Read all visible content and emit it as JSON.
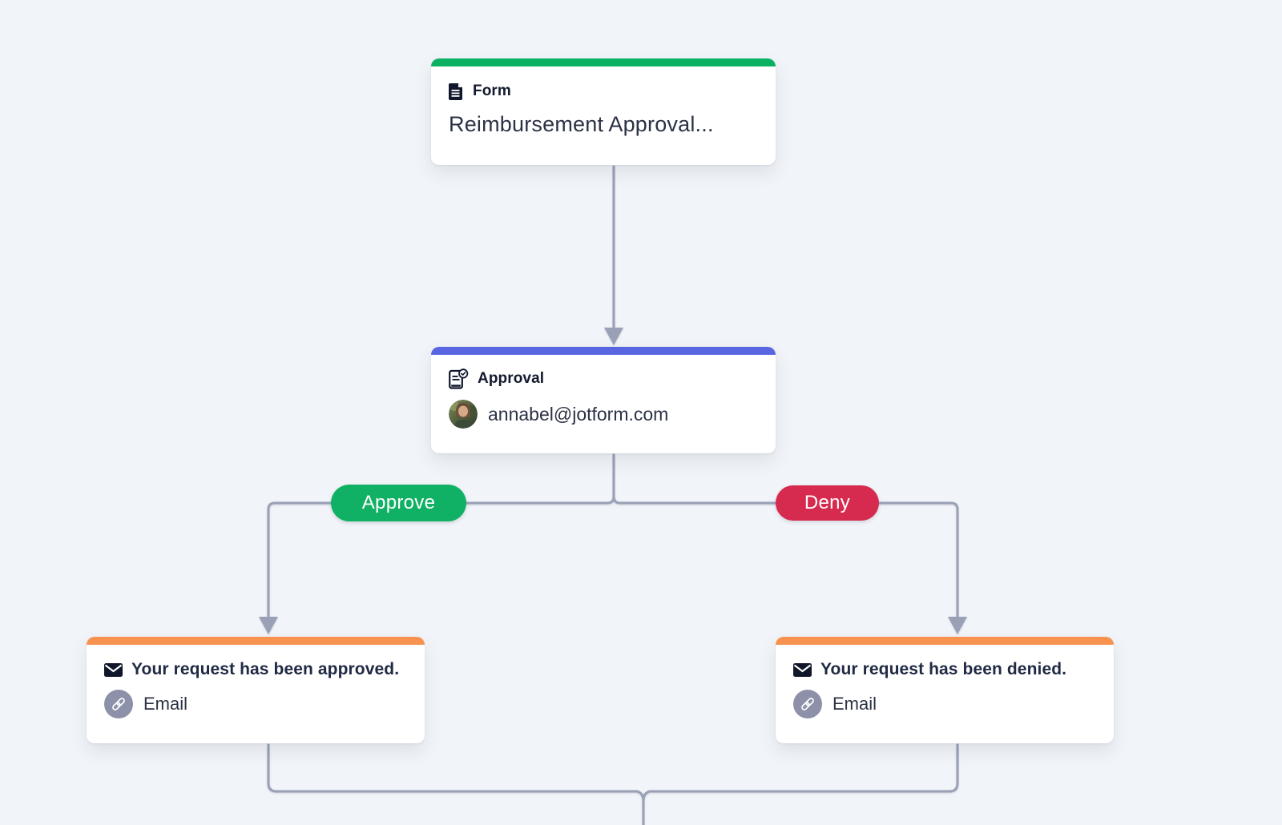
{
  "flow": {
    "form_node": {
      "type_label": "Form",
      "title": "Reimbursement Approval...",
      "icon": "form-document-icon"
    },
    "approval_node": {
      "type_label": "Approval",
      "assignee_email": "annabel@jotform.com",
      "icon": "approval-check-document-icon",
      "avatar": "annabel-avatar"
    },
    "approve_branch": {
      "label": "Approve"
    },
    "deny_branch": {
      "label": "Deny"
    },
    "email_approved_node": {
      "title": "Your request has been approved.",
      "type_label": "Email",
      "icon": "envelope-icon",
      "badge_icon": "link-icon"
    },
    "email_denied_node": {
      "title": "Your request has been denied.",
      "type_label": "Email",
      "icon": "envelope-icon",
      "badge_icon": "link-icon"
    }
  },
  "colors": {
    "canvas_bg": "#f1f4f8",
    "connector": "#9aa0b6",
    "form_accent": "#0bb163",
    "approval_accent": "#5867e1",
    "email_accent": "#f8924f",
    "approve_pill_bg": "#10b165",
    "deny_pill_bg": "#d62a4e",
    "link_badge_bg": "#8c90a8",
    "icon_ink": "#10172b"
  }
}
